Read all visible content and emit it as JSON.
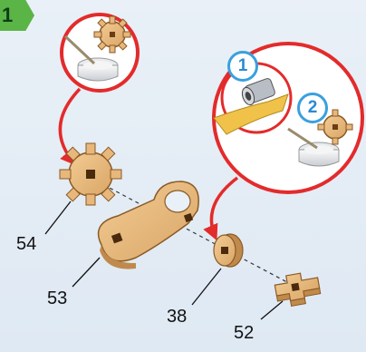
{
  "step": {
    "number": "1"
  },
  "callouts": [
    {
      "number": "1"
    },
    {
      "number": "2"
    }
  ],
  "parts": [
    {
      "label": "54"
    },
    {
      "label": "53"
    },
    {
      "label": "38"
    },
    {
      "label": "52"
    }
  ],
  "colors": {
    "wood": "#e7b77b",
    "wood_dark": "#b9874b",
    "arrow_red": "#e32b2b",
    "callout_blue": "#3aa0df",
    "step_green": "#5bb446",
    "glue_yellow": "#f0c24a"
  }
}
